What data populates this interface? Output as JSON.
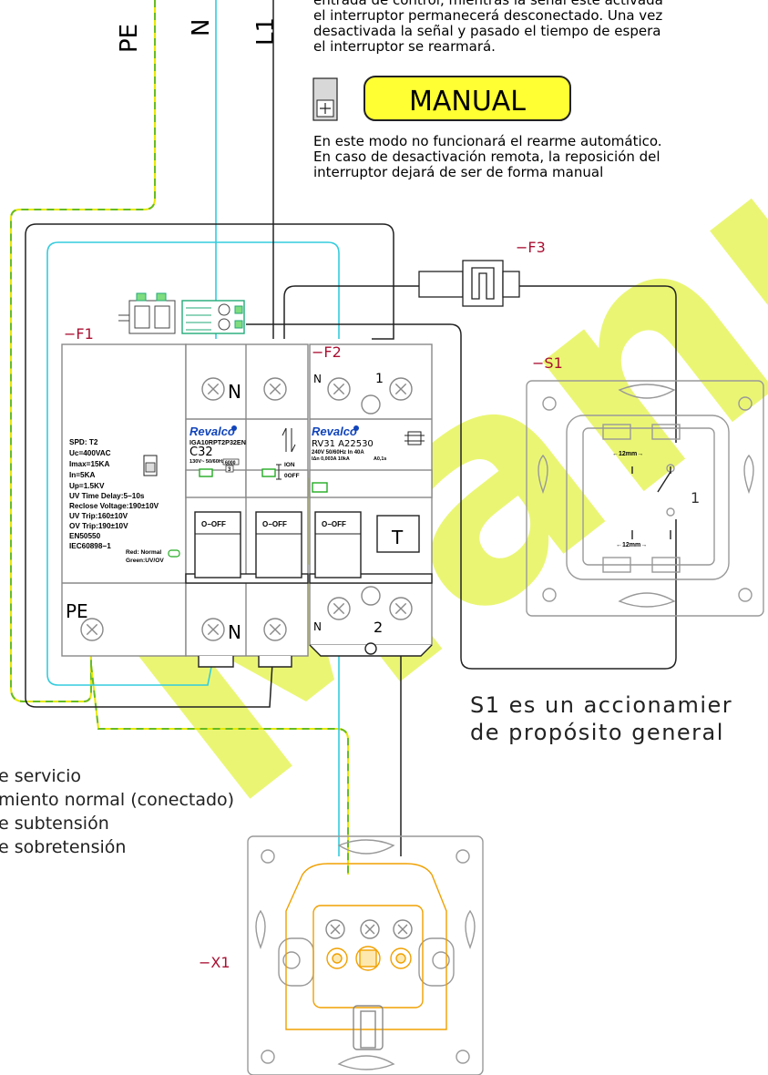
{
  "conductors": {
    "pe": "PE",
    "n": "N",
    "l1": "L1"
  },
  "auto_mode_text": [
    "entrada de control, mientras la señal esté activada",
    "el interruptor permanecerá desconectado. Una vez",
    "desactivada la señal y pasado el tiempo de espera",
    "el interruptor se rearmará."
  ],
  "manual_label": "MANUAL",
  "manual_text": [
    "En este modo no funcionará el rearme automático.",
    "En caso de desactivación remota, la reposición del",
    "interruptor dejará de ser de forma manual"
  ],
  "designators": {
    "f1": "−F1",
    "f2": "−F2",
    "f3": "−F3",
    "s1": "−S1",
    "x1": "−X1"
  },
  "terminals": {
    "n_top": "N",
    "n_bottom": "N",
    "pe": "PE",
    "f2_n_top": "N",
    "f2_1": "1",
    "f2_n_bottom": "N",
    "f2_2": "2",
    "s1_contact": "1"
  },
  "spd_specs": [
    "SPD: T2",
    "Uc=400VAC",
    "Imax=15KA",
    "In=5KA",
    "Up=1.5KV",
    "UV Time Delay:5−10s",
    "Reclose Voltage:190±10V",
    "UV Trip:160±10V",
    "OV Trip:190±10V",
    "EN50550",
    "IEC60898−1"
  ],
  "spd_led_legend": [
    "Red: Normal",
    "Green:UV/OV"
  ],
  "breaker": {
    "brand": "Revalco",
    "model": "IGA10RPT2P32EN",
    "rating": "C32",
    "specs": "130V~ 50/60Hz",
    "capacity": "6000",
    "class": "3",
    "on": "ION",
    "off": "0OFF"
  },
  "rcd": {
    "brand": "Revalco",
    "model": "RV31  A22530",
    "specs": "240V 50/60Hz  In 40A",
    "specs2": "IΔn 0,003A 10kA",
    "specs3": "A0,1s"
  },
  "toggle_labels": [
    "O−OFF",
    "O−OFF",
    "O−OFF"
  ],
  "test_button": "T",
  "dim_labels": [
    "←12mm→",
    "←12mm→"
  ],
  "s1_caption": [
    "S1 es un accionamier",
    "de propósito general"
  ],
  "legend_lines": [
    "e servicio",
    "miento normal (conectado)",
    "e subtensión",
    "e sobretensión"
  ],
  "watermark": "Manual",
  "colors": {
    "neutral": "#33ccdd",
    "pe_yellow": "#e8e800",
    "pe_green": "#66bb22",
    "designator": "#aa1133",
    "wire": "#222222",
    "orange": "#f0a000",
    "device_line": "#888888",
    "green_led": "#22aa22"
  }
}
